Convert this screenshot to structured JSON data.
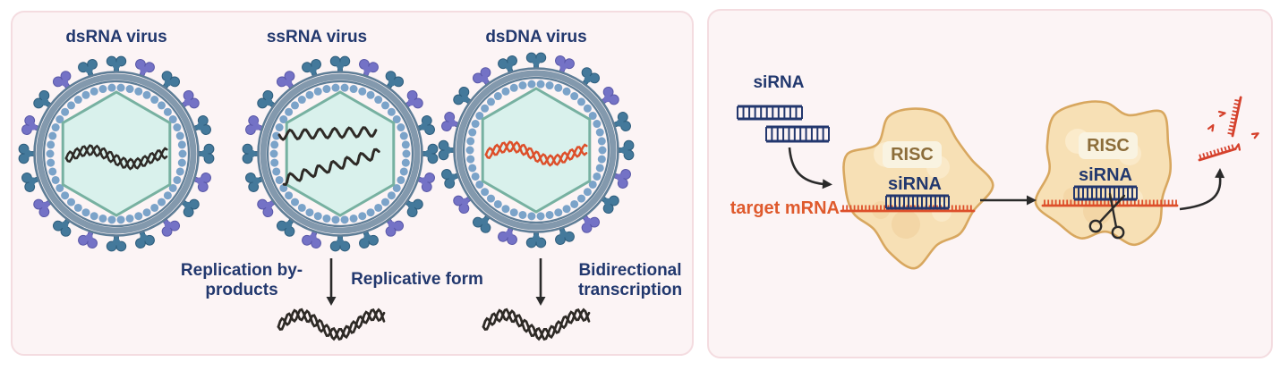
{
  "colors": {
    "page_bg": "#ffffff",
    "panel_bg": "#fcf4f5",
    "panel_border": "#f4dce0",
    "navy": "#23376e",
    "black_strand": "#2e2a26",
    "orange": "#dd4f2a",
    "orange_text": "#df5a2d",
    "fragment_red": "#d5412c",
    "risc_text": "#8c6d3a",
    "risc_box": "#f9f3e1",
    "blob_fill": "#f7e0b5",
    "blob_stroke": "#d8a75f",
    "blob_light": "#fbeccf",
    "blob_shade": "#f1d19f",
    "spike_teal": "#44799b",
    "spike_teal_dark": "#2f5e7d",
    "spike_purple": "#7472c6",
    "spike_purple_dark": "#5a58a8",
    "membrane": "#8399ad",
    "membrane_edge": "#5e7d96",
    "beads": "#7ba3c9",
    "capsid_fill": "#d9f1ec",
    "capsid_stroke": "#77b1a1",
    "arrow_black": "#2a2a2a"
  },
  "left_panel": {
    "viruses": [
      {
        "label": "dsRNA virus",
        "genome": "dsRNA"
      },
      {
        "label": "ssRNA virus",
        "genome": "ssRNA"
      },
      {
        "label": "dsDNA virus",
        "genome": "dsDNA"
      }
    ],
    "labels": {
      "byproducts_line1": "Replication by-",
      "byproducts_line2": "products",
      "replicative_form": "Replicative form",
      "bidirectional_line1": "Bidirectional",
      "bidirectional_line2": "transcription"
    }
  },
  "right_panel": {
    "sirna_title": "siRNA",
    "target_mrna": "target mRNA",
    "complexes": [
      {
        "risc": "RISC",
        "sirna": "siRNA"
      },
      {
        "risc": "RISC",
        "sirna": "siRNA"
      }
    ]
  }
}
